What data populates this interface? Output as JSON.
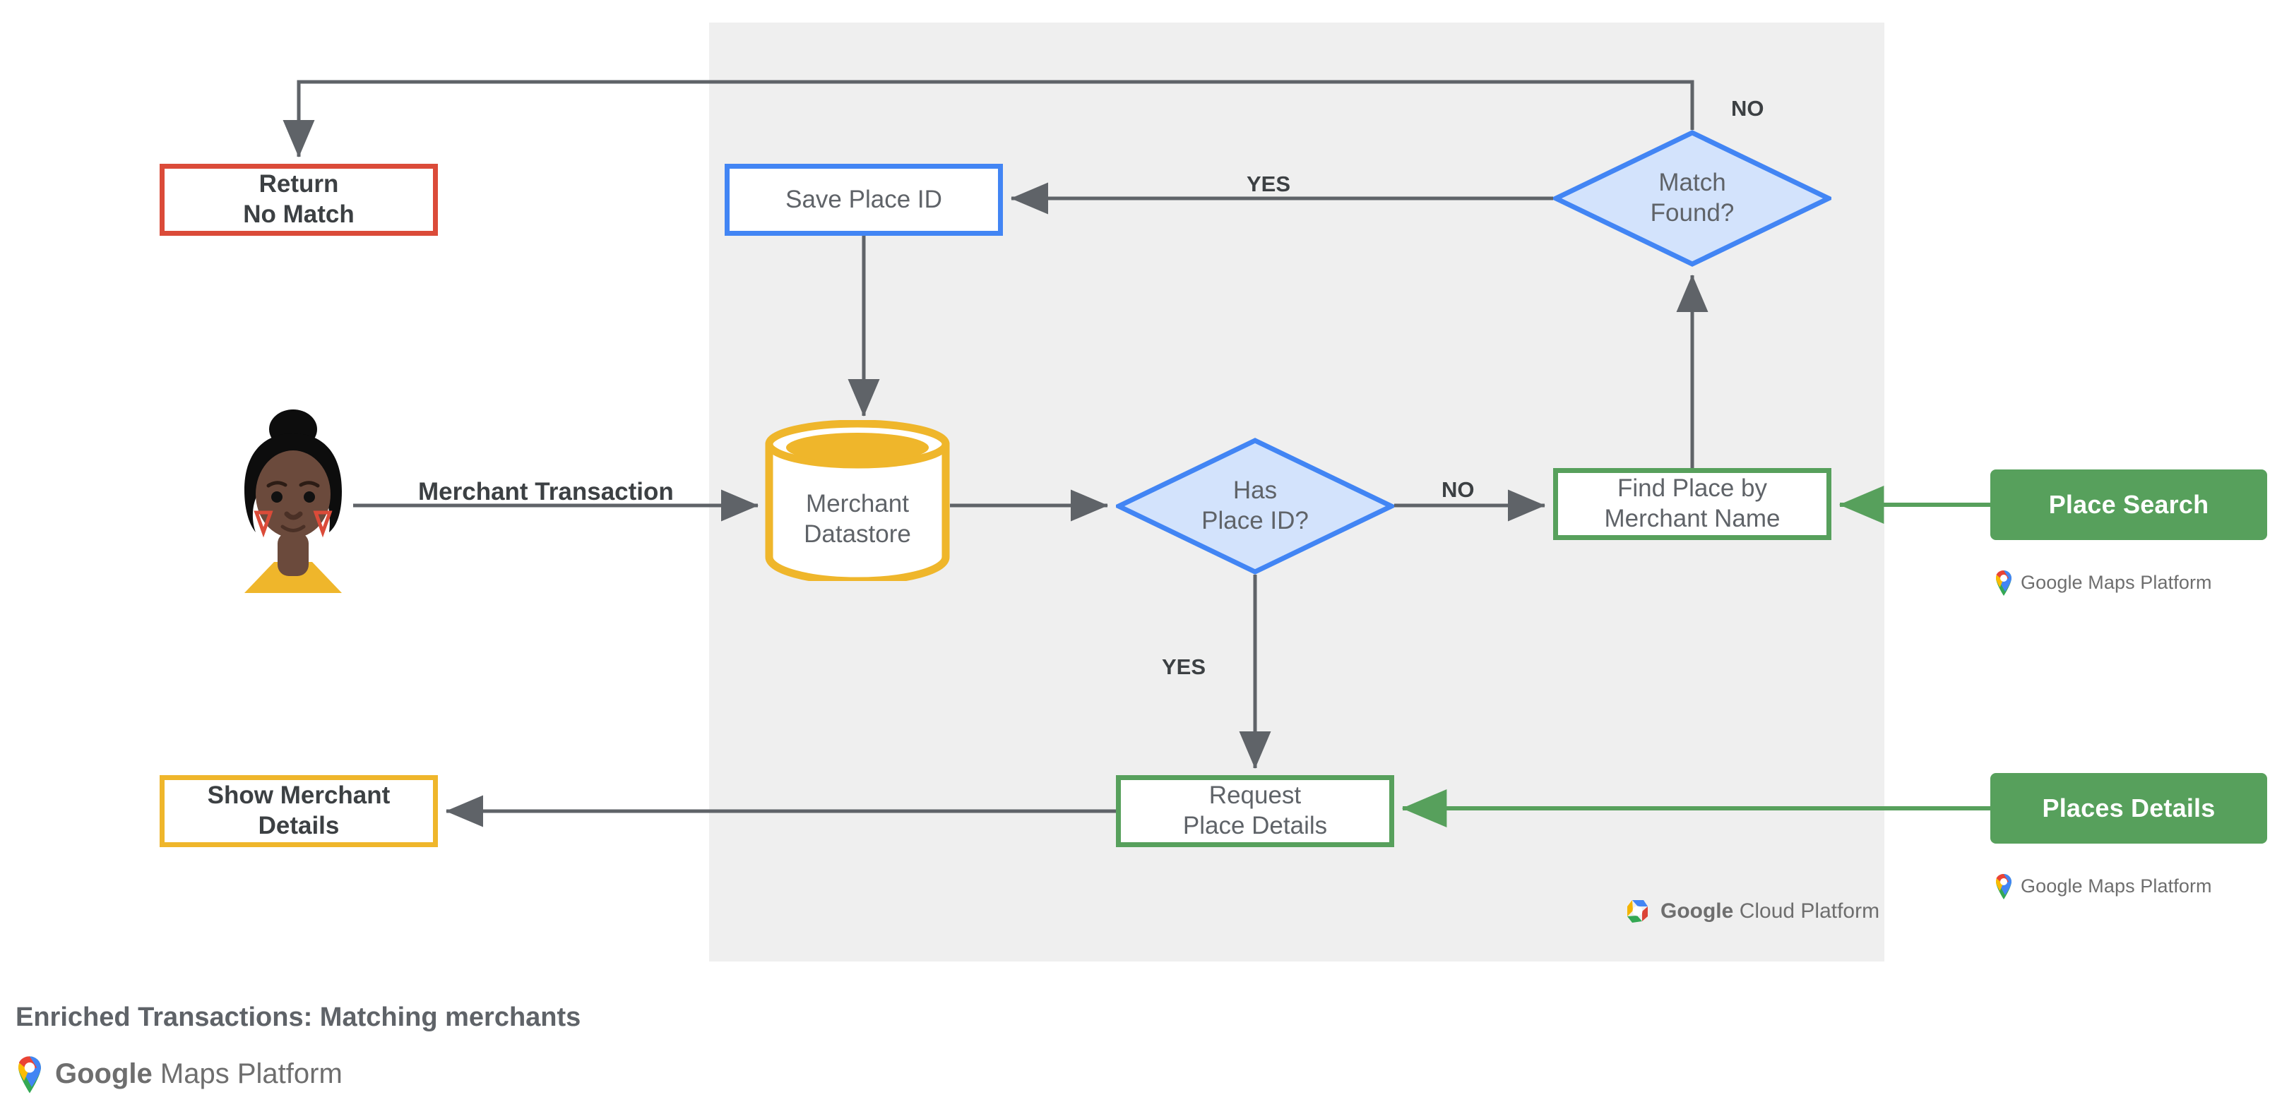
{
  "diagram": {
    "title": "Enriched Transactions: Matching merchants",
    "footer_brand": "Google Maps Platform",
    "panel_brand": "Google Cloud Platform",
    "colors": {
      "panel_background": "#EFEFEF",
      "red": "#DB4B39",
      "yellow": "#EFB62B",
      "blue": "#4285F4",
      "blue_fill": "#D3E3FC",
      "green": "#57A05C",
      "connector": "#5F6368",
      "text": "#5F6368",
      "text_dark": "#3C4043"
    },
    "nodes": {
      "return_no_match": "Return\nNo Match",
      "save_place_id": "Save Place ID",
      "match_found": "Match\nFound?",
      "merchant_datastore": "Merchant\nDatastore",
      "has_place_id": "Has\nPlace ID?",
      "find_place_by_merchant_name": "Find Place by\nMerchant Name",
      "request_place_details": "Request\nPlace Details",
      "show_merchant_details": "Show Merchant\nDetails"
    },
    "api_cards": [
      {
        "label": "Place Search",
        "attribution": "Google Maps Platform"
      },
      {
        "label": "Places Details",
        "attribution": "Google Maps Platform"
      }
    ],
    "edge_labels": {
      "merchant_transaction": "Merchant Transaction",
      "match_found_yes": "YES",
      "match_found_no": "NO",
      "has_place_id_no": "NO",
      "has_place_id_yes": "YES"
    },
    "brand_words": {
      "google": "Google",
      "maps_platform": "Maps Platform",
      "cloud_platform": "Cloud Platform"
    },
    "icons": {
      "maps_pin": "google-maps-pin-icon",
      "cloud_hex": "google-cloud-hex-icon",
      "user": "user-avatar-icon"
    }
  }
}
